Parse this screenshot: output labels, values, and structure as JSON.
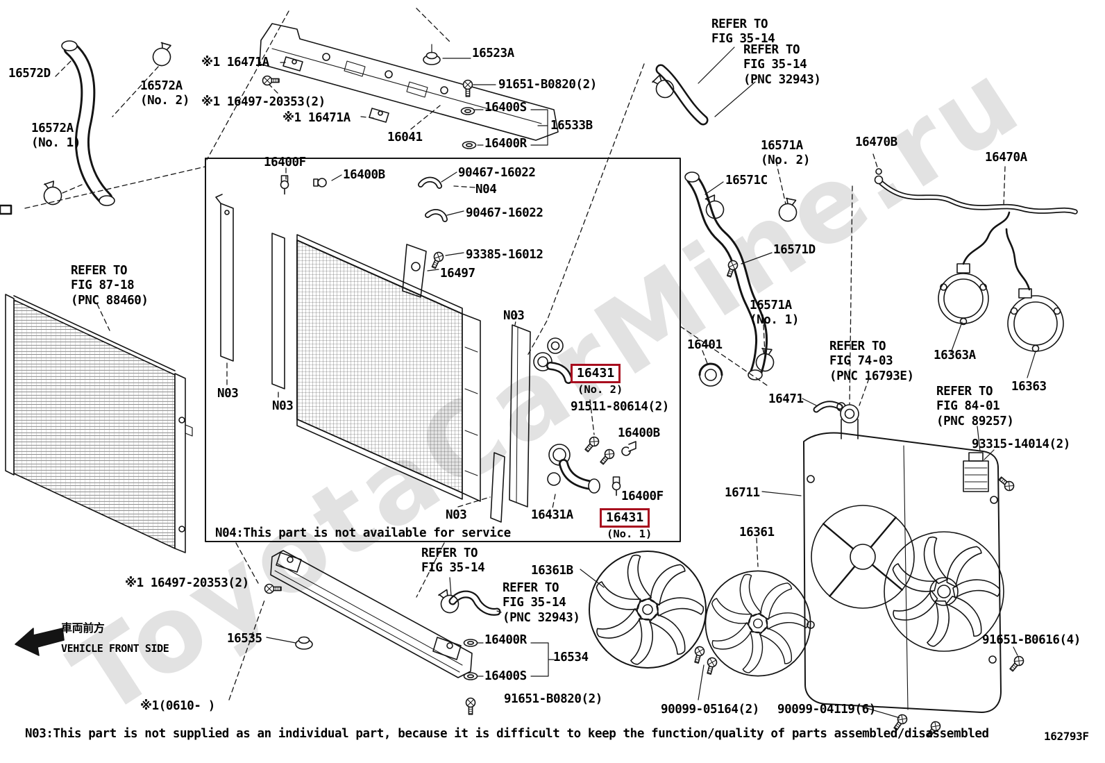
{
  "watermark": "ToyotaCarMine.ru",
  "diagram_code": "162793F",
  "colors": {
    "highlight": "#A80D1E",
    "line": "#141414",
    "watermark": "#c6c6c6"
  },
  "front_arrow": {
    "jp": "車両前方",
    "en": "VEHICLE FRONT SIDE"
  },
  "notes": {
    "n03_footer": "N03:This part is not supplied as an individual part, because it is difficult to keep the function/quality of parts assembled/disassembled",
    "n04_inline": "N04:This part is not available for service",
    "star1_applicability": "※1(0610-    )"
  },
  "highlighted": {
    "no2": {
      "number": "16431",
      "variant": "(No. 2)"
    },
    "no1": {
      "number": "16431",
      "variant": "(No. 1)"
    }
  },
  "labels": {
    "p16572D": "16572D",
    "p16572A_no2": "16572A\n(No. 2)",
    "p16572A_no1": "16572A\n(No. 1)",
    "p16471A_top": "※1 16471A",
    "p16497_20353_top": "※1 16497-20353(2)",
    "p16471A_mid": "※1 16471A",
    "p16523A": "16523A",
    "p91651_B0820_top": "91651-B0820(2)",
    "p16400S_top": "16400S",
    "p16533B": "16533B",
    "p16400R_top": "16400R",
    "p16041": "16041",
    "p16400F_top": "16400F",
    "p16400B_top": "16400B",
    "p90467_16022_a": "90467-16022",
    "pN04": "N04",
    "p90467_16022_b": "90467-16022",
    "p93385_16012": "93385-16012",
    "p16497": "16497",
    "refer_fig87_18": "REFER TO\nFIG 87-18\n(PNC 88460)",
    "pN03_core_right": "N03",
    "pN03_left1": "N03",
    "pN03_left2": "N03",
    "p91511_80614": "91511-80614(2)",
    "p16400B_mid": "16400B",
    "p16400F_mid": "16400F",
    "pN03_bottom": "N03",
    "p16431A": "16431A",
    "refer_fig35_14_tr1": "REFER TO\nFIG 35-14",
    "refer_fig35_14_tr2": "REFER TO\nFIG 35-14\n(PNC 32943)",
    "p16571A_no2": "16571A\n(No. 2)",
    "p16571C": "16571C",
    "p16470B": "16470B",
    "p16470A": "16470A",
    "p16571D": "16571D",
    "p16571A_no1": "16571A\n(No. 1)",
    "p16401": "16401",
    "refer_fig74_03": "REFER TO\nFIG 74-03\n(PNC 16793E)",
    "p16363A": "16363A",
    "p16363": "16363",
    "p16471": "16471",
    "refer_fig84_01": "REFER TO\nFIG 84-01\n(PNC 89257)",
    "p93315_14014": "93315-14014(2)",
    "p16711": "16711",
    "p16361": "16361",
    "p16361B": "16361B",
    "refer_fig35_14_mid": "REFER TO\nFIG 35-14",
    "refer_fig35_14_bot": "REFER TO\nFIG 35-14\n(PNC 32943)",
    "p16497_20353_bot": "※1 16497-20353(2)",
    "p16535": "16535",
    "p16400R_bot": "16400R",
    "p16534": "16534",
    "p16400S_bot": "16400S",
    "p91651_B0820_bot": "91651-B0820(2)",
    "p90099_05164": "90099-05164(2)",
    "p90099_04119": "90099-04119(6)",
    "p91651_B0616": "91651-B0616(4)"
  }
}
